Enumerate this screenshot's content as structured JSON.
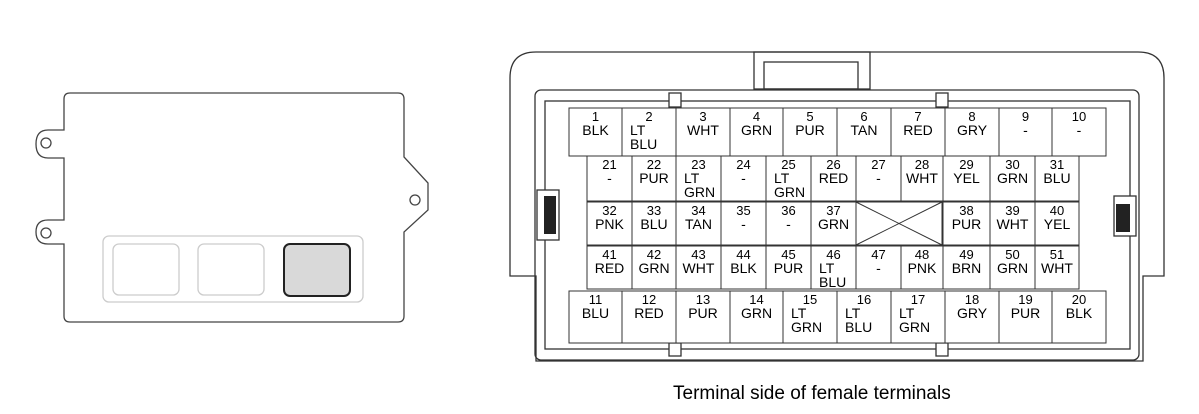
{
  "caption": "Terminal side of female terminals",
  "terminals": [
    {
      "n": "1",
      "c": [
        "BLK"
      ]
    },
    {
      "n": "2",
      "c": [
        "LT",
        "BLU"
      ]
    },
    {
      "n": "3",
      "c": [
        "WHT"
      ]
    },
    {
      "n": "4",
      "c": [
        "GRN"
      ]
    },
    {
      "n": "5",
      "c": [
        "PUR"
      ]
    },
    {
      "n": "6",
      "c": [
        "TAN"
      ]
    },
    {
      "n": "7",
      "c": [
        "RED"
      ]
    },
    {
      "n": "8",
      "c": [
        "GRY"
      ]
    },
    {
      "n": "9",
      "c": [
        "-"
      ]
    },
    {
      "n": "10",
      "c": [
        "-"
      ]
    },
    {
      "n": "21",
      "c": [
        "-"
      ]
    },
    {
      "n": "22",
      "c": [
        "PUR"
      ]
    },
    {
      "n": "23",
      "c": [
        "LT",
        "GRN"
      ]
    },
    {
      "n": "24",
      "c": [
        "-"
      ]
    },
    {
      "n": "25",
      "c": [
        "LT",
        "GRN"
      ]
    },
    {
      "n": "26",
      "c": [
        "RED"
      ]
    },
    {
      "n": "27",
      "c": [
        "-"
      ]
    },
    {
      "n": "28",
      "c": [
        "WHT"
      ]
    },
    {
      "n": "29",
      "c": [
        "YEL"
      ]
    },
    {
      "n": "30",
      "c": [
        "GRN"
      ]
    },
    {
      "n": "31",
      "c": [
        "BLU"
      ]
    },
    {
      "n": "32",
      "c": [
        "PNK"
      ]
    },
    {
      "n": "33",
      "c": [
        "BLU"
      ]
    },
    {
      "n": "34",
      "c": [
        "TAN"
      ]
    },
    {
      "n": "35",
      "c": [
        "-"
      ]
    },
    {
      "n": "36",
      "c": [
        "-"
      ]
    },
    {
      "n": "37",
      "c": [
        "GRN"
      ]
    },
    {
      "n": "38",
      "c": [
        "PUR"
      ]
    },
    {
      "n": "39",
      "c": [
        "WHT"
      ]
    },
    {
      "n": "40",
      "c": [
        "YEL"
      ]
    },
    {
      "n": "41",
      "c": [
        "RED"
      ]
    },
    {
      "n": "42",
      "c": [
        "GRN"
      ]
    },
    {
      "n": "43",
      "c": [
        "WHT"
      ]
    },
    {
      "n": "44",
      "c": [
        "BLK"
      ]
    },
    {
      "n": "45",
      "c": [
        "PUR"
      ]
    },
    {
      "n": "46",
      "c": [
        "LT",
        "BLU"
      ]
    },
    {
      "n": "47",
      "c": [
        "-"
      ]
    },
    {
      "n": "48",
      "c": [
        "PNK"
      ]
    },
    {
      "n": "49",
      "c": [
        "BRN"
      ]
    },
    {
      "n": "50",
      "c": [
        "GRN"
      ]
    },
    {
      "n": "51",
      "c": [
        "WHT"
      ]
    },
    {
      "n": "11",
      "c": [
        "BLU"
      ]
    },
    {
      "n": "12",
      "c": [
        "RED"
      ]
    },
    {
      "n": "13",
      "c": [
        "PUR"
      ]
    },
    {
      "n": "14",
      "c": [
        "GRN"
      ]
    },
    {
      "n": "15",
      "c": [
        "LT",
        "GRN"
      ]
    },
    {
      "n": "16",
      "c": [
        "LT",
        "BLU"
      ]
    },
    {
      "n": "17",
      "c": [
        "LT",
        "GRN"
      ]
    },
    {
      "n": "18",
      "c": [
        "GRY"
      ]
    },
    {
      "n": "19",
      "c": [
        "PUR"
      ]
    },
    {
      "n": "20",
      "c": [
        "BLK"
      ]
    }
  ]
}
